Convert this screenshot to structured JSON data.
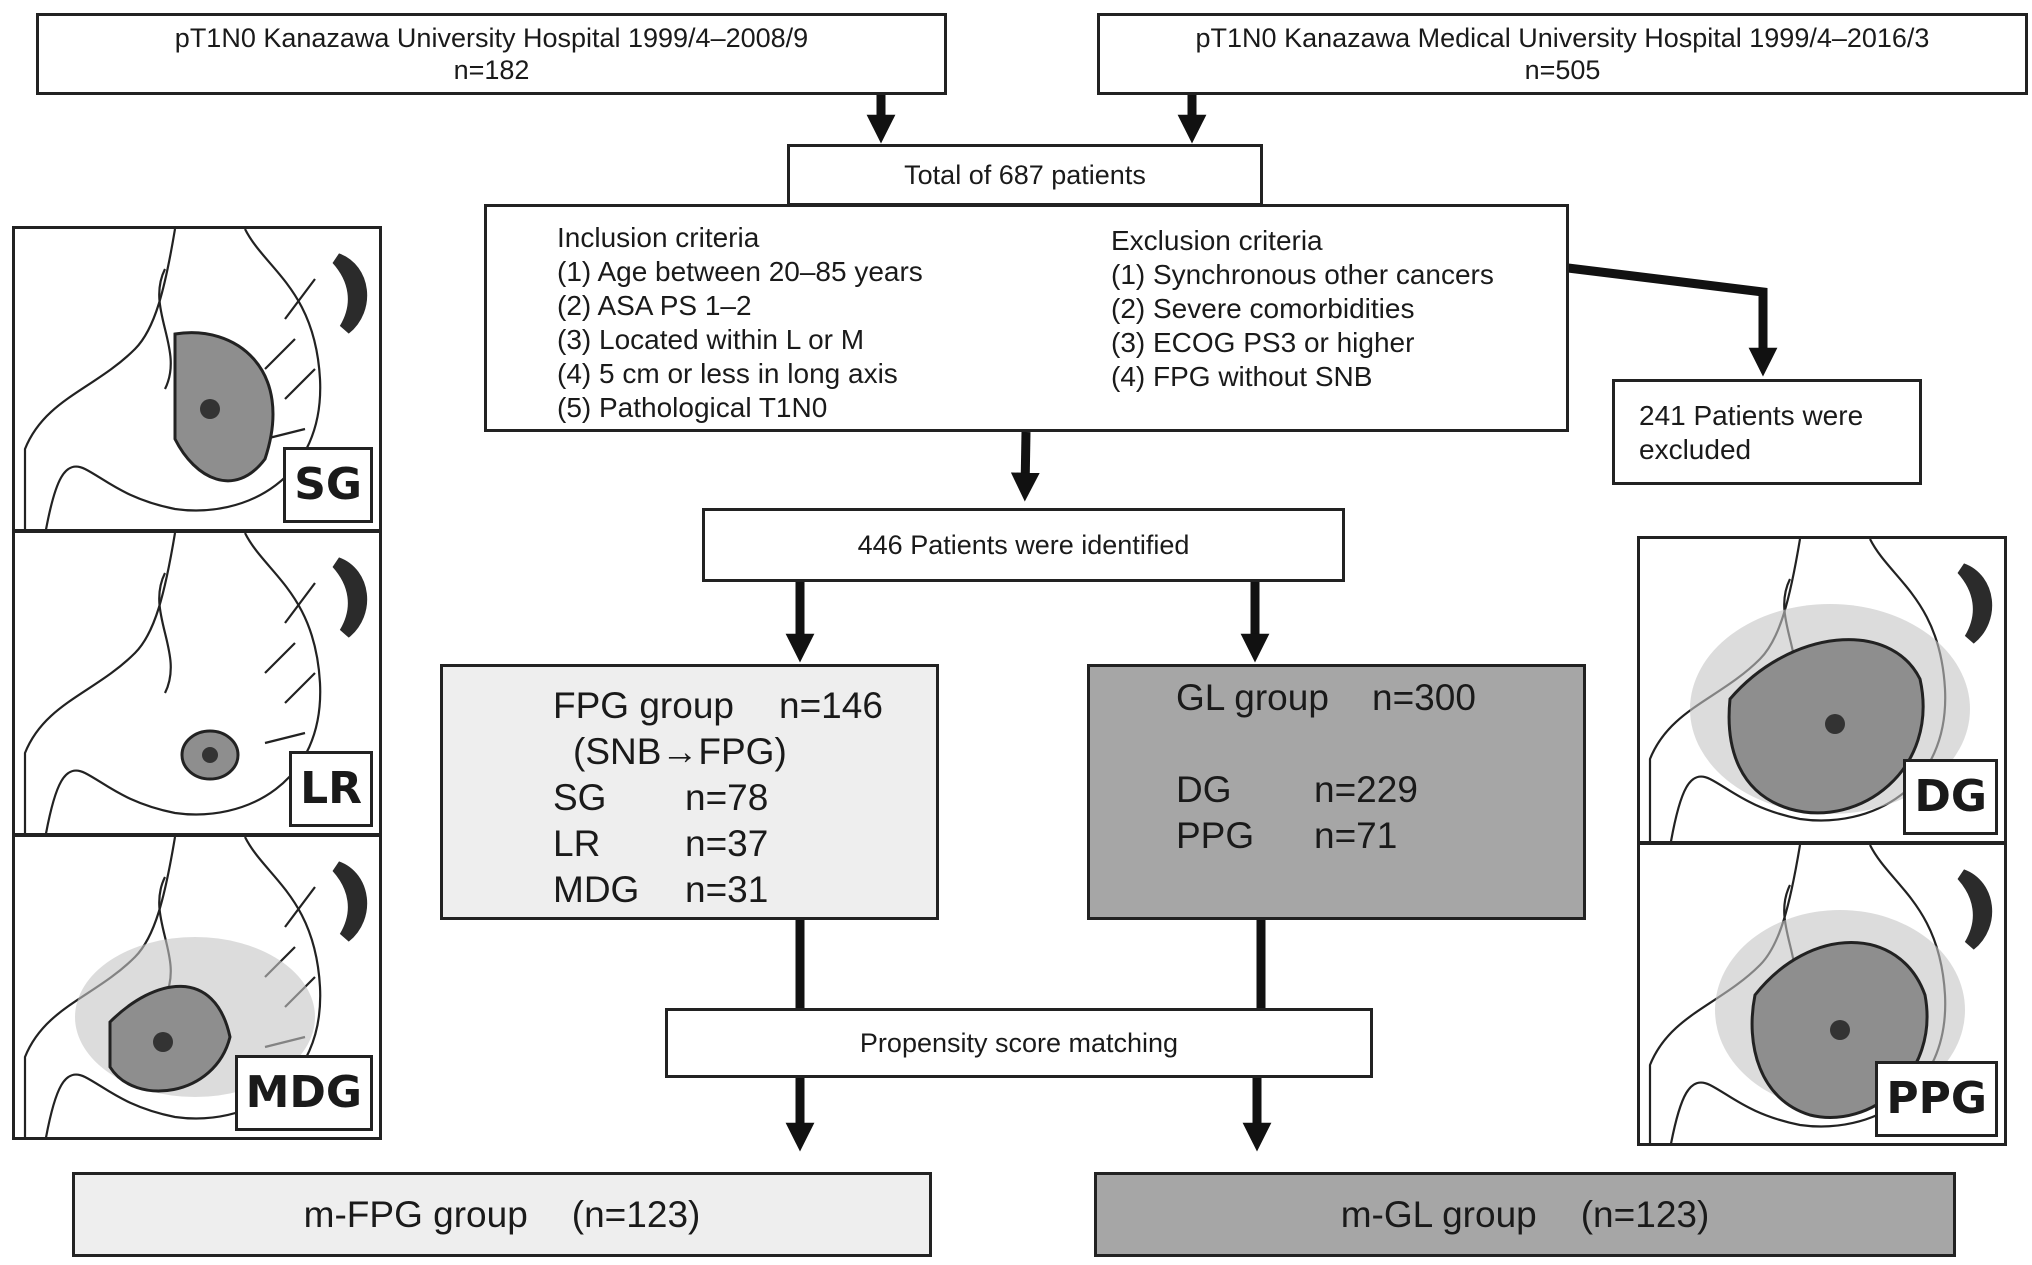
{
  "sources": [
    {
      "line1": "pT1N0 Kanazawa University Hospital 1999/4–2008/9",
      "line2": "n=182"
    },
    {
      "line1": "pT1N0 Kanazawa Medical University Hospital 1999/4–2016/3",
      "line2": "n=505"
    }
  ],
  "total": "Total of 687 patients",
  "criteria": {
    "inclusion_title": "Inclusion criteria",
    "inclusion": [
      "(1) Age between 20–85 years",
      "(2) ASA PS 1–2",
      "(3) Located within L or M",
      "(4) 5 cm or less in long axis",
      "(5) Pathological T1N0"
    ],
    "exclusion_title": "Exclusion criteria",
    "exclusion": [
      "(1) Synchronous other cancers",
      "(2) Severe comorbidities",
      "(3) ECOG PS3 or higher",
      "(4) FPG without SNB"
    ]
  },
  "excluded": {
    "line1": "241 Patients were",
    "line2": "excluded"
  },
  "identified": "446 Patients were identified",
  "fpg": {
    "title": "FPG group",
    "n": "n=146",
    "sub": "(SNB→FPG)",
    "rows": [
      {
        "name": "SG",
        "n": "n=78"
      },
      {
        "name": "LR",
        "n": "n=37"
      },
      {
        "name": "MDG",
        "n": "n=31"
      }
    ]
  },
  "gl": {
    "title": "GL group",
    "n": "n=300",
    "rows": [
      {
        "name": "DG",
        "n": "n=229"
      },
      {
        "name": "PPG",
        "n": "n=71"
      }
    ]
  },
  "psm": "Propensity score matching",
  "matched": {
    "fpg": {
      "label": "m-FPG group",
      "n": "(n=123)"
    },
    "gl": {
      "label": "m-GL group",
      "n": "(n=123)"
    }
  },
  "panels": {
    "left": [
      "SG",
      "LR",
      "MDG"
    ],
    "right": [
      "DG",
      "PPG"
    ]
  },
  "colors": {
    "fpg_fill": "#eeeeee",
    "gl_fill": "#a6a6a6",
    "resected": "#8e8e8e",
    "lymph_halo": "#c4c4c4",
    "spleen": "#2b2b2b"
  }
}
